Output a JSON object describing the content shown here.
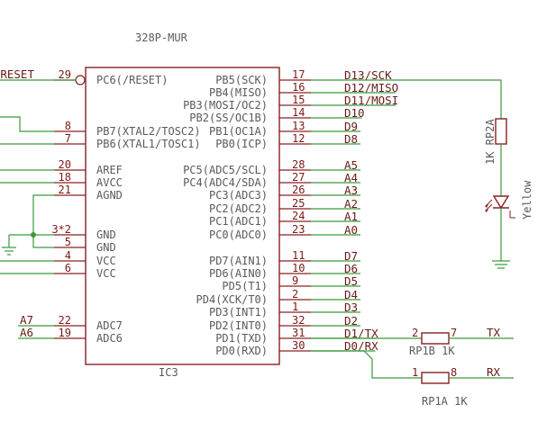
{
  "chip": {
    "value": "328P-MUR",
    "name": "IC3"
  },
  "left_pins": [
    {
      "num": "29",
      "name": "PC6(/RESET)",
      "net": "RESET"
    },
    {
      "num": "8",
      "name": "PB7(XTAL2/TOSC2)",
      "net": ""
    },
    {
      "num": "7",
      "name": "PB6(XTAL1/TOSC1)",
      "net": ""
    },
    {
      "num": "20",
      "name": "AREF",
      "net": ""
    },
    {
      "num": "18",
      "name": "AVCC",
      "net": ""
    },
    {
      "num": "21",
      "name": "AGND",
      "net": ""
    },
    {
      "num": "3*2",
      "name": "GND",
      "net": ""
    },
    {
      "num": "5",
      "name": "GND",
      "net": ""
    },
    {
      "num": "4",
      "name": "VCC",
      "net": ""
    },
    {
      "num": "6",
      "name": "VCC",
      "net": ""
    },
    {
      "num": "22",
      "name": "ADC7",
      "net": "A7"
    },
    {
      "num": "19",
      "name": "ADC6",
      "net": "A6"
    }
  ],
  "right_pins": [
    {
      "num": "17",
      "name": "PB5(SCK)",
      "net": "D13/SCK"
    },
    {
      "num": "16",
      "name": "PB4(MISO)",
      "net": "D12/MISO"
    },
    {
      "num": "15",
      "name": "PB3(MOSI/OC2)",
      "net": "D11/MOSI"
    },
    {
      "num": "14",
      "name": "PB2(SS/OC1B)",
      "net": "D10"
    },
    {
      "num": "13",
      "name": "PB1(OC1A)",
      "net": "D9"
    },
    {
      "num": "12",
      "name": "PB0(ICP)",
      "net": "D8"
    },
    {
      "num": "28",
      "name": "PC5(ADC5/SCL)",
      "net": "A5"
    },
    {
      "num": "27",
      "name": "PC4(ADC4/SDA)",
      "net": "A4"
    },
    {
      "num": "26",
      "name": "PC3(ADC3)",
      "net": "A3"
    },
    {
      "num": "25",
      "name": "PC2(ADC2)",
      "net": "A2"
    },
    {
      "num": "24",
      "name": "PC1(ADC1)",
      "net": "A1"
    },
    {
      "num": "23",
      "name": "PC0(ADC0)",
      "net": "A0"
    },
    {
      "num": "11",
      "name": "PD7(AIN1)",
      "net": "D7"
    },
    {
      "num": "10",
      "name": "PD6(AIN0)",
      "net": "D6"
    },
    {
      "num": "9",
      "name": "PD5(T1)",
      "net": "D5"
    },
    {
      "num": "2",
      "name": "PD4(XCK/T0)",
      "net": "D4"
    },
    {
      "num": "1",
      "name": "PD3(INT1)",
      "net": "D3"
    },
    {
      "num": "32",
      "name": "PD2(INT0)",
      "net": "D2"
    },
    {
      "num": "31",
      "name": "PD1(TXD)",
      "net": "D1/TX"
    },
    {
      "num": "30",
      "name": "PD0(RXD)",
      "net": "D0/RX"
    }
  ],
  "resistor_rp2a": {
    "name": "RP2A",
    "value": "1K"
  },
  "led": {
    "color": "Yellow"
  },
  "resistor_rp1b": {
    "name": "RP1B",
    "value": "1K",
    "pin_a": "2",
    "pin_b": "7",
    "net": "TX"
  },
  "resistor_rp1a": {
    "name": "RP1A",
    "value": "1K",
    "pin_a": "1",
    "pin_b": "8",
    "net": "RX"
  }
}
